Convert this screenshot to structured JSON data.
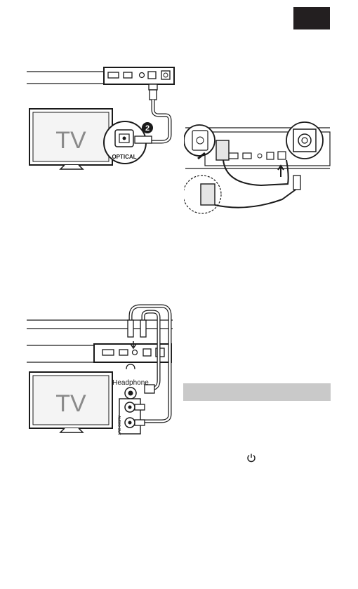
{
  "figures": {
    "optical": {
      "tv_label": "TV",
      "step_badge": "2",
      "port_label": "OPTICAL"
    },
    "aux": {
      "tv_label": "TV",
      "headphone_label": "Headphone",
      "audio_out_label": "AUDIO OUT",
      "jack_label": "R L"
    },
    "power": {}
  },
  "colors": {
    "tab": "#231f20",
    "section_bar": "#c9c9c9",
    "line": "#1a1a1a"
  },
  "icons": {
    "power": "power-icon"
  }
}
